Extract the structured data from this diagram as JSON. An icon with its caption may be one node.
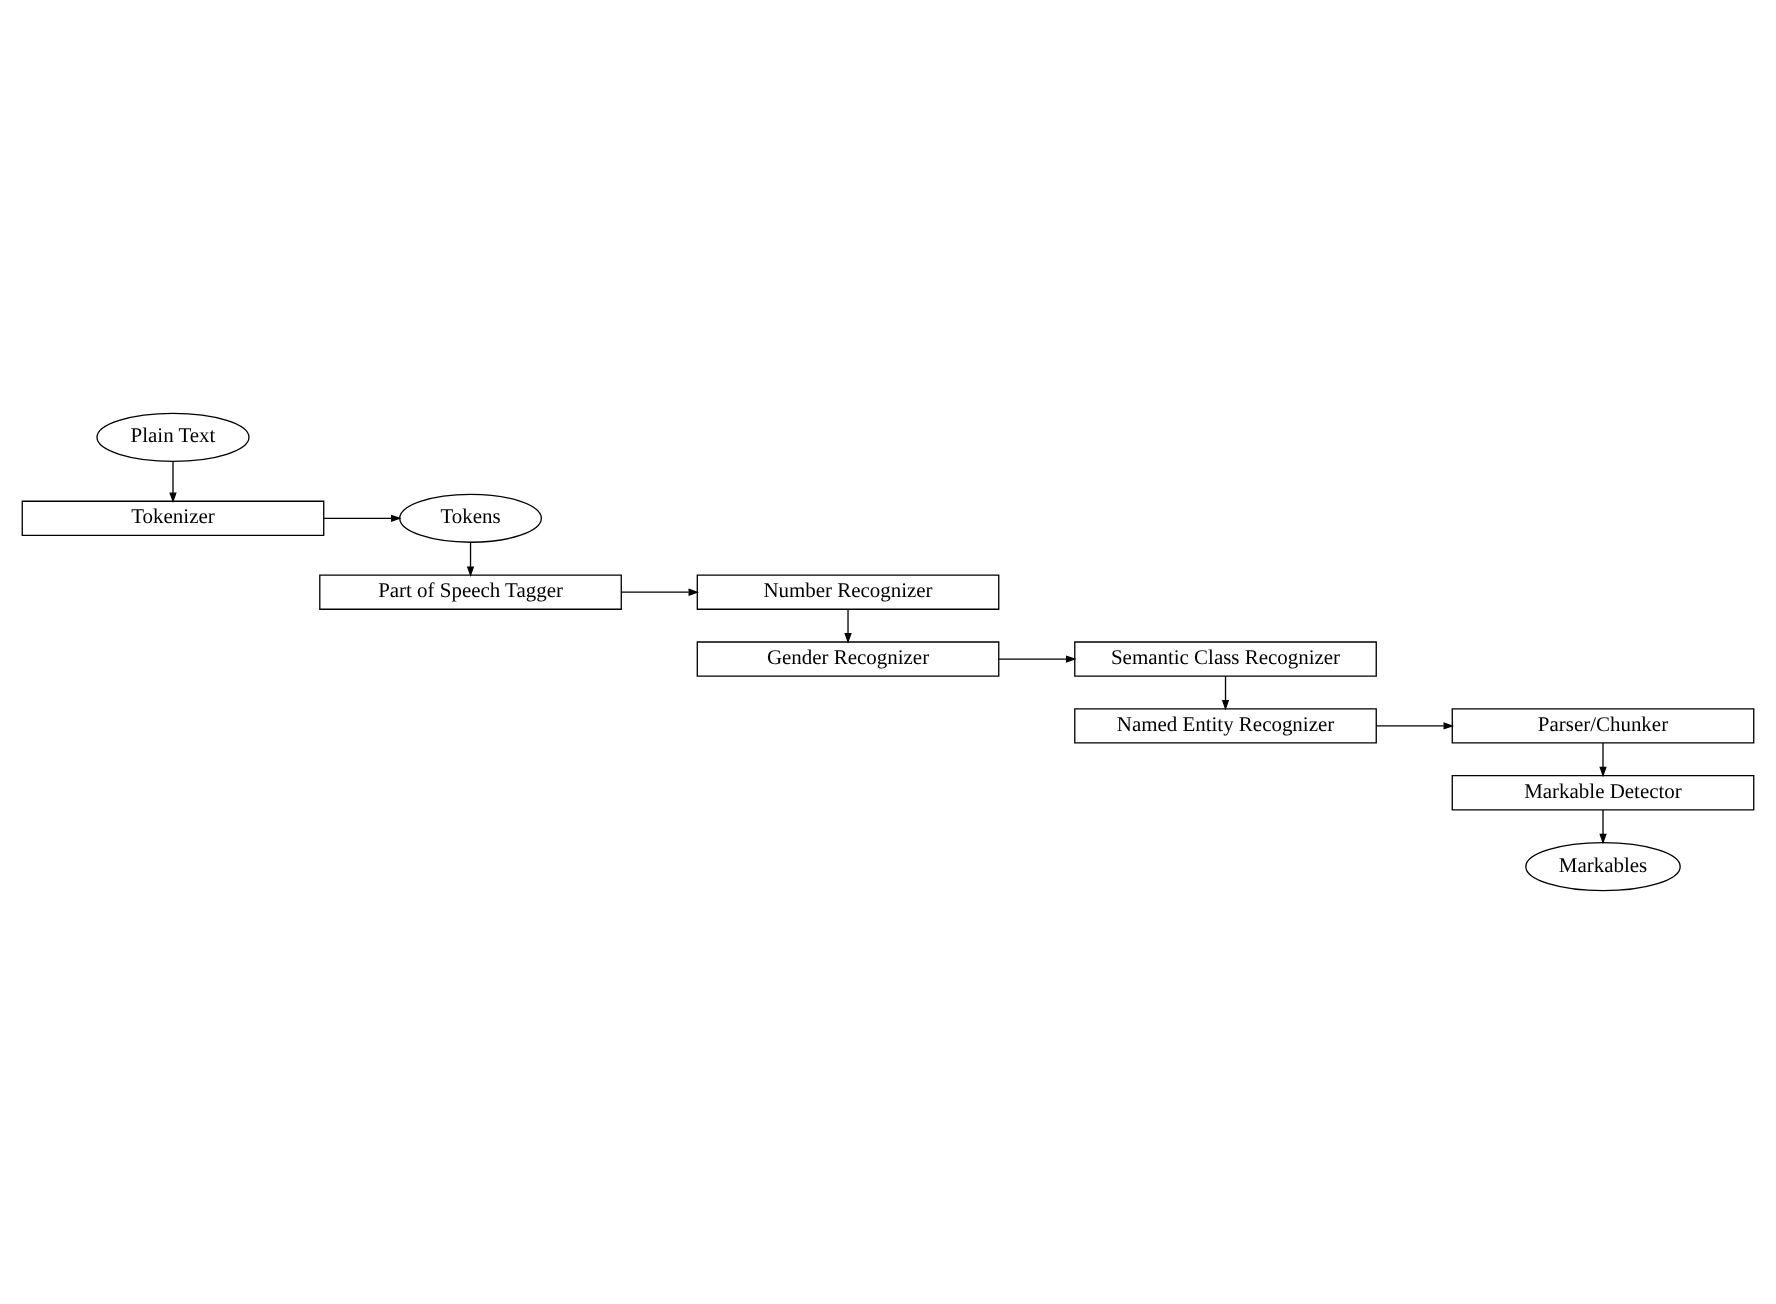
{
  "diagram": {
    "nodes": [
      {
        "text": [
          "Plain Text"
        ]
      },
      {
        "text": [
          "Tokenizer"
        ]
      },
      {
        "text": [
          "Tokens"
        ]
      },
      {
        "text": [
          "Number Recognizer"
        ]
      },
      {
        "text": [
          "Part of Speech Tagger"
        ]
      },
      {
        "text": [
          "Gender Recognizer"
        ]
      },
      {
        "text": [
          "Semantic Class Recognizer"
        ]
      },
      {
        "text": [
          "Parser/Chunker"
        ]
      },
      {
        "text": [
          "Named Entity Recognizer"
        ]
      },
      {
        "text": [
          "Markable Detector"
        ]
      },
      {
        "text": [
          "Markables"
        ]
      }
    ],
    "edges": [
      {
        "from": 0,
        "to": 1,
        "arrow": "to"
      },
      {
        "from": 1,
        "to": 2,
        "arrow": "to"
      },
      {
        "from": 2,
        "to": 4,
        "arrow": "to"
      },
      {
        "from": 4,
        "to": 3,
        "arrow": "to"
      },
      {
        "from": 3,
        "to": 5,
        "arrow": "to"
      },
      {
        "from": 5,
        "to": 6,
        "arrow": "to"
      },
      {
        "from": 6,
        "to": 8,
        "arrow": "to"
      },
      {
        "from": 8,
        "to": 7,
        "arrow": "to"
      },
      {
        "from": 7,
        "to": 9,
        "arrow": "to"
      },
      {
        "from": 9,
        "to": 10,
        "arrow": "to"
      }
    ]
  }
}
